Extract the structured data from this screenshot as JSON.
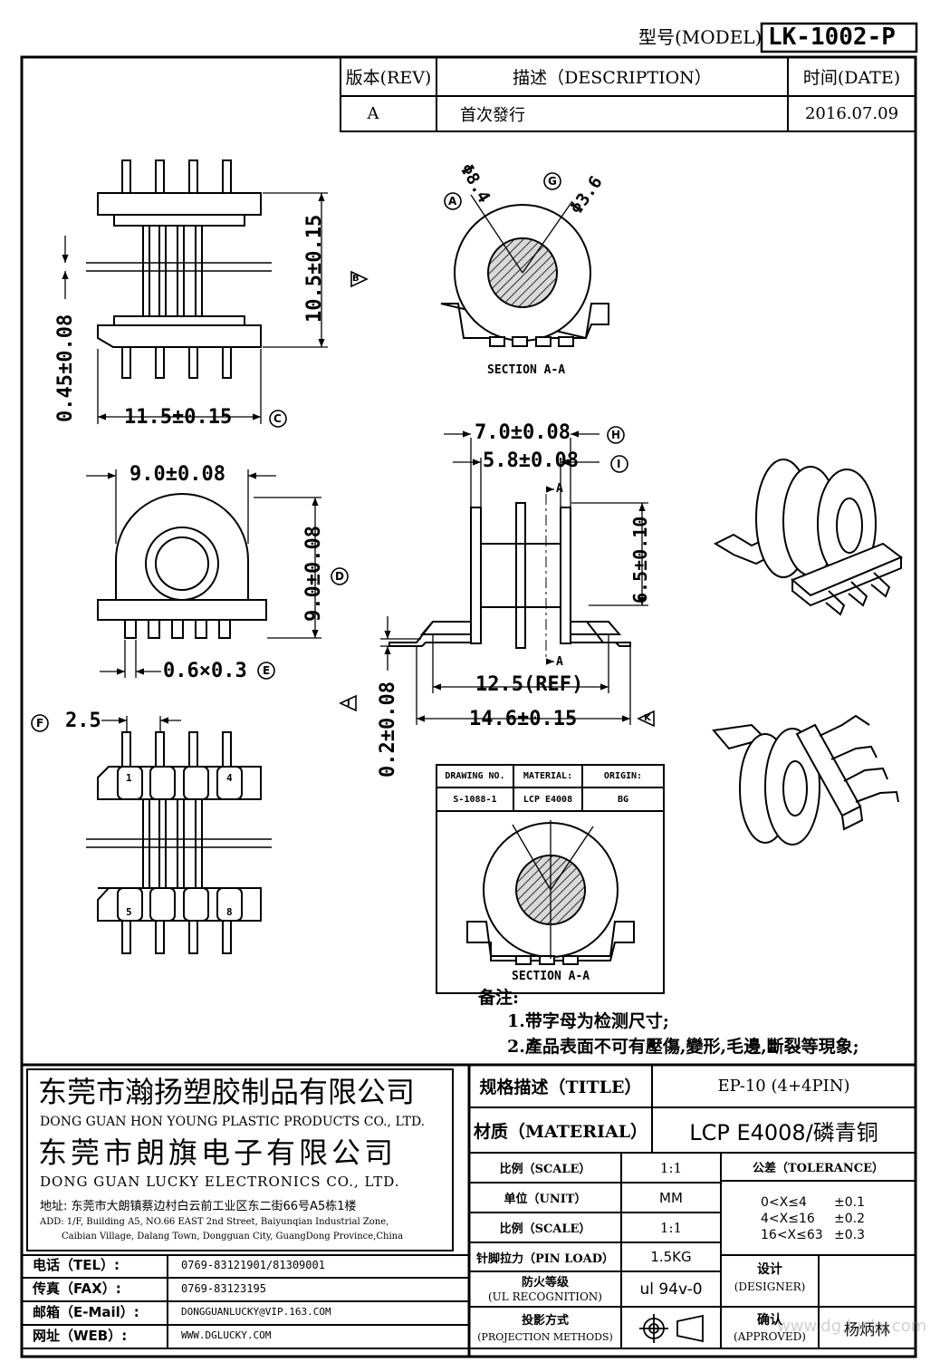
{
  "model": {
    "label": "型号(MODEL)",
    "value": "LK-1002-P"
  },
  "revision_table": {
    "headers": {
      "rev": "版本(REV)",
      "desc": "描述（DESCRIPTION）",
      "date": "时间(DATE)"
    },
    "rows": [
      {
        "rev": "A",
        "desc": "首次發行",
        "date": "2016.07.09"
      }
    ]
  },
  "dimensions": {
    "top_height": "10.5±0.15",
    "top_width": "11.5±0.15",
    "top_thickness": "0.45±0.08",
    "front_width": "9.0±0.08",
    "front_height": "9.0±0.08",
    "pin_size": "0.6×0.3",
    "pitch": "2.5",
    "side_outer": "7.0±0.08",
    "side_inner": "5.8±0.08",
    "side_height": "6.5±0.10",
    "side_ref": "12.5(REF)",
    "side_total": "14.6±0.15",
    "standoff": "0.2±0.08",
    "section_ring": "Φ8.4",
    "section_core": "Φ3.6",
    "section_label": "SECTION A-A",
    "section_arrow": "A"
  },
  "markers": {
    "A": "A",
    "B": "B",
    "C": "C",
    "D": "D",
    "E": "E",
    "F": "F",
    "G": "G",
    "H": "H",
    "I": "I",
    "J": "J",
    "K": "K"
  },
  "pin_numbers": [
    "1",
    "4",
    "5",
    "8"
  ],
  "inner_drawing": {
    "headers": [
      "DRAWING NO.",
      "MATERIAL:",
      "ORIGIN:"
    ],
    "values": [
      "S-1088-1",
      "LCP E4008",
      "BG"
    ],
    "section_label": "SECTION A-A"
  },
  "notes": {
    "title": "备注:",
    "items": [
      "1.带字母为检测尺寸;",
      "2.產品表面不可有壓傷,變形,毛邊,斷裂等現象;"
    ]
  },
  "company": {
    "name_cn_1": "东莞市瀚扬塑胶制品有限公司",
    "name_en_1": "DONG GUAN HON YOUNG PLASTIC PRODUCTS CO., LTD.",
    "name_cn_2": "东莞市朗旗电子有限公司",
    "name_en_2": "DONG GUAN LUCKY ELECTRONICS CO., LTD.",
    "address_cn": "地址: 东莞市大朗镇蔡边村白云前工业区东二街66号A5栋1楼",
    "address_en_1": "ADD: 1/F, Building A5, NO.66 EAST 2nd Street, Baiyunqian Industrial Zone,",
    "address_en_2": "Caibian Village, Dalang Town, Dongguan City, GuangDong Province,China"
  },
  "contacts": [
    {
      "label": "电话（TEL）:",
      "value": "0769-83121901/81309001"
    },
    {
      "label": "传真（FAX）:",
      "value": "0769-83123195"
    },
    {
      "label": "邮箱（E-Mail）:",
      "value": "DONGGUANLUCKY@VIP.163.COM"
    },
    {
      "label": "网址（WEB）:",
      "value": "WWW.DGLUCKY.COM"
    }
  ],
  "specs": {
    "title_label": "规格描述（TITLE）",
    "title_value": "EP-10 (4+4PIN)",
    "material_label": "材质（MATERIAL）",
    "material_value": "LCP E4008/磷青铜",
    "rows": [
      {
        "label": "比例（SCALE）",
        "value": "1:1"
      },
      {
        "label": "单位（UNIT）",
        "value": "MM"
      },
      {
        "label": "比例（SCALE）",
        "value": "1:1"
      },
      {
        "label": "针脚拉力（PIN LOAD）",
        "value": "1.5KG"
      },
      {
        "label": "防火等级",
        "label2": "(UL RECOGNITION)",
        "value": "ul 94v-0"
      },
      {
        "label": "投影方式",
        "label2": "(PROJECTION METHODS)",
        "value": ""
      }
    ],
    "tolerance_title": "公差（TOLERANCE）",
    "tolerances": [
      {
        "range": "0<X≤4",
        "value": "±0.1"
      },
      {
        "range": "4<X≤16",
        "value": "±0.2"
      },
      {
        "range": "16<X≤63",
        "value": "±0.3"
      }
    ],
    "designer_label": "设计",
    "designer_label2": "(DESIGNER)",
    "designer_name": "",
    "approved_label": "确认",
    "approved_label2": "(APPROVED)",
    "approved_name": "杨炳林"
  },
  "watermark": "www.dg.lucky.com"
}
